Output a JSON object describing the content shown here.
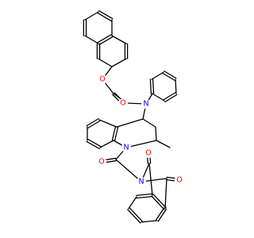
{
  "structure": {
    "atoms": {
      "O_ether": "O",
      "O_amide1": "O",
      "N_amide1": "N",
      "N_ring": "N",
      "O_amide2": "O",
      "N_imide": "N",
      "O_imide_top": "O",
      "O_imide_right": "O"
    },
    "colors": {
      "bond": "#000000",
      "oxygen": "#ff0000",
      "nitrogen": "#0000ff"
    }
  }
}
